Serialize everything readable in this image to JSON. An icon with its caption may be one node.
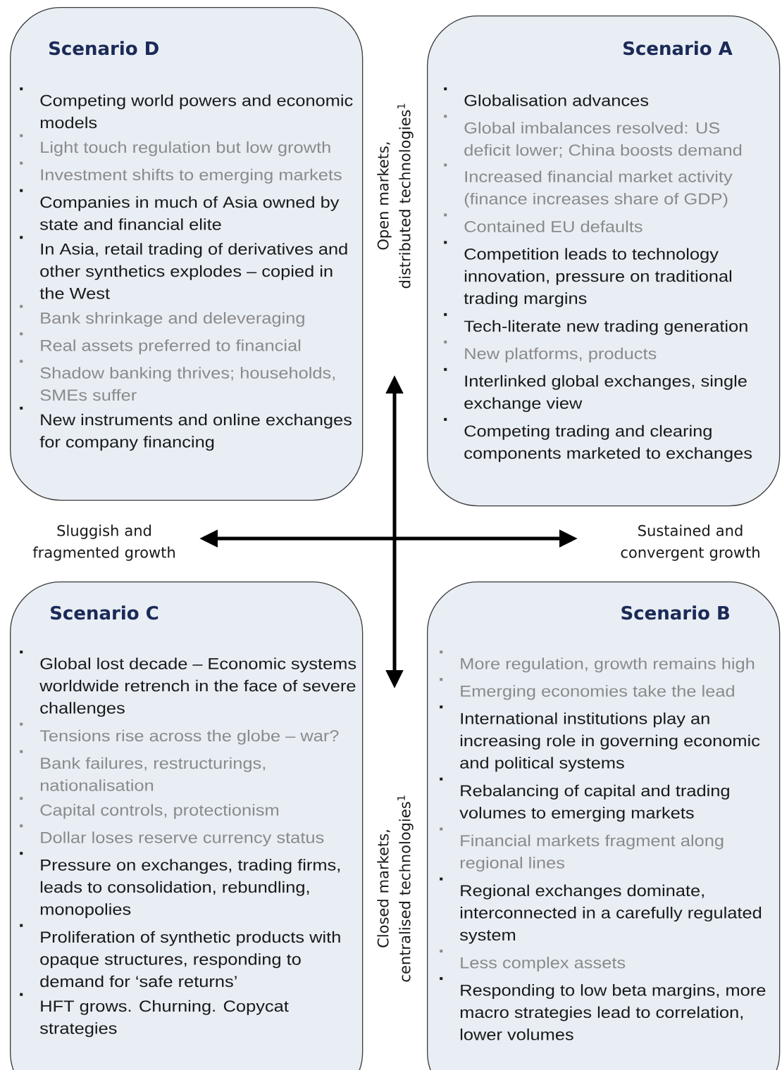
{
  "diagram": {
    "nodes": [
      {
        "text": [
          "Scenario D",
          "Competing world powers and economic models",
          "Light touch regulation but low growth",
          "Investment shifts to emerging markets",
          "Companies in much of Asia owned by state and financial elite",
          "In Asia, retail trading of derivatives and other synthetics explodes – copied in the West",
          "Bank shrinkage and deleveraging",
          "Real assets preferred to financial",
          "Shadow banking thrives; households, SMEs suffer",
          "New instruments and online exchanges for company financing"
        ]
      },
      {
        "text": [
          "Scenario A",
          "Globalisation advances",
          "Global imbalances resolved: US deficit lower; China boosts demand",
          "Increased financial market activity (finance increases share of GDP)",
          "Contained EU defaults",
          "Competition leads to technology innovation, pressure on traditional trading margins",
          "Tech-literate new trading generation",
          "New platforms, products",
          "Interlinked global exchanges, single exchange view",
          "Competing trading and clearing components marketed to exchanges"
        ]
      },
      {
        "text": [
          "Scenario C",
          "Global lost decade – Economic systems worldwide retrench in the face of severe challenges",
          "Tensions rise across the globe – war?",
          "Bank failures, restructurings, nationalisation",
          "Capital controls, protectionism",
          "Dollar loses reserve currency status",
          "Pressure on exchanges, trading firms, leads to consolidation, rebundling, monopolies",
          "Proliferation of synthetic products with opaque structures, responding to demand for ‘safe returns’",
          "HFT grows. Churning. Copycat strategies"
        ]
      },
      {
        "text": [
          "Scenario B",
          "More regulation, growth remains high",
          "Emerging economies take the lead",
          "International institutions play an increasing role in governing economic and political systems",
          "Rebalancing of capital and trading volumes to emerging markets",
          "Financial markets fragment along regional lines",
          "Regional exchanges dominate, interconnected in a carefully regulated system",
          "Less complex assets",
          "Responding to low beta margins, more macro strategies lead to correlation, lower volumes"
        ]
      }
    ],
    "labels": [
      "Open markets, distributed technologies$^{1}$",
      "Sluggish and fragmented growth",
      "Sustained and convergent growth",
      "Closed markets, centralised technologies$^{1}$"
    ]
  }
}
